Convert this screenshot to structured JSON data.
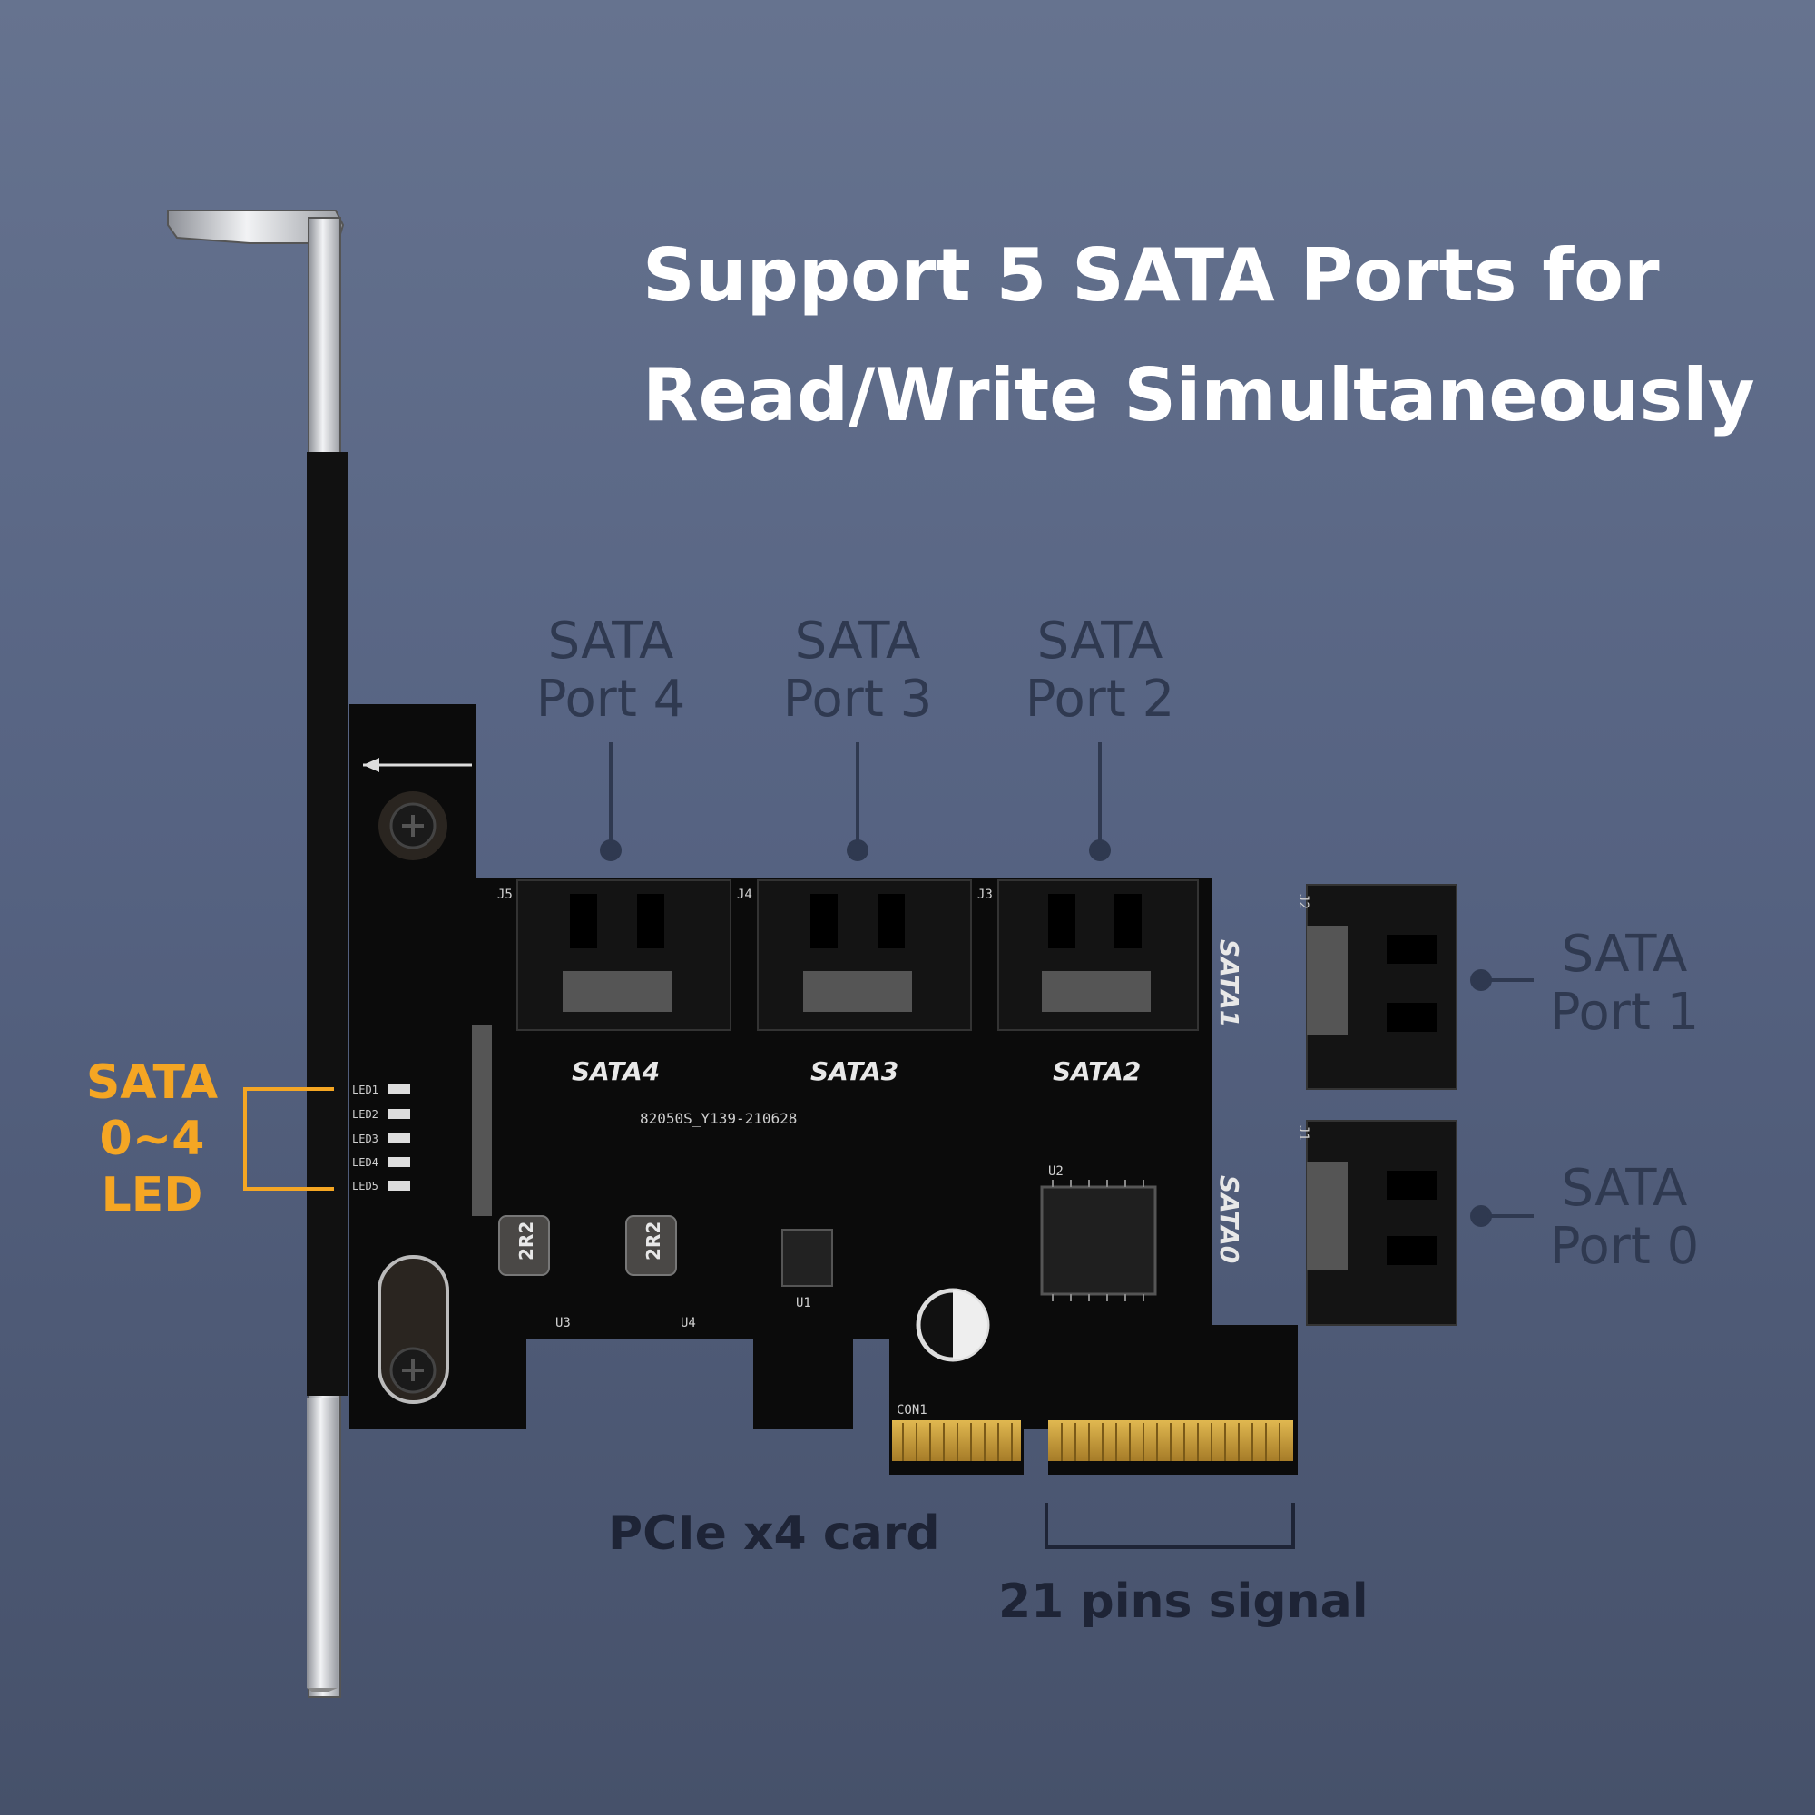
{
  "headline": {
    "line1": "Support 5 SATA Ports for",
    "line2": "Read/Write Simultaneously"
  },
  "callouts": {
    "port4": {
      "line1": "SATA",
      "line2": "Port 4"
    },
    "port3": {
      "line1": "SATA",
      "line2": "Port 3"
    },
    "port2": {
      "line1": "SATA",
      "line2": "Port 2"
    },
    "port1": {
      "line1": "SATA",
      "line2": "Port 1"
    },
    "port0": {
      "line1": "SATA",
      "line2": "Port 0"
    },
    "led": {
      "line1": "SATA",
      "line2": "0~4",
      "line3": "LED"
    }
  },
  "bottom": {
    "card": "PCIe x4 card",
    "pins": "21 pins signal"
  },
  "board_silkscreen": {
    "sata4": "SATA4",
    "sata3": "SATA3",
    "sata2": "SATA2",
    "sata1": "SATA1",
    "sata0": "SATA0",
    "model": "82050S_Y139-210628",
    "j5": "J5",
    "j4": "J4",
    "j3": "J3",
    "j2": "J2",
    "j1": "J1",
    "leds": [
      "LED1",
      "LED2",
      "LED3",
      "LED4",
      "LED5"
    ],
    "inductor": "2R2",
    "u1": "U1",
    "u2": "U2",
    "u3": "U3",
    "u4": "U4",
    "con": "CON1"
  },
  "colors": {
    "led_accent": "#f5a623",
    "callout_text": "#2f3950",
    "headline_text": "#ffffff",
    "pcb": "#0b0b0b",
    "gold": "#c9a040"
  }
}
